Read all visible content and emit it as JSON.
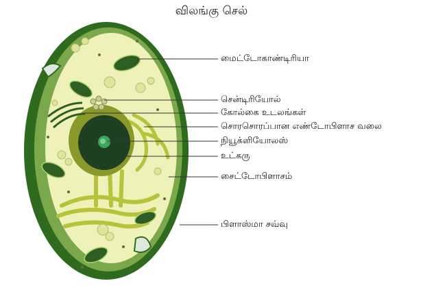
{
  "title": "விலங்கு செல்",
  "labels": [
    {
      "key": "mitochondria",
      "text": "மைட்டோகாண்டிரியா"
    },
    {
      "key": "centriole",
      "text": "சென்டிரியோல்"
    },
    {
      "key": "golgi",
      "text": "கோல்கை உடலங்கள்"
    },
    {
      "key": "rough_er",
      "text": "சொரசொரப்பான எண்டோபிளாச வலை"
    },
    {
      "key": "nucleolus",
      "text": "நியூக்ளியோலஸ்"
    },
    {
      "key": "nucleus",
      "text": "உட்கரு"
    },
    {
      "key": "cytoplasm",
      "text": "சைட்டோபிளாசம்"
    },
    {
      "key": "plasma_membrane",
      "text": "பிளாஸ்மா சவ்வு"
    }
  ],
  "colors": {
    "membrane_outer": "#2f6b1f",
    "membrane_inner": "#7aa84a",
    "cytoplasm": "#eef2b8",
    "nucleus_envelope": "#8a9a2a",
    "nucleus_dark": "#1f3f23",
    "nucleolus": "#3aa65a",
    "er": "#b8c23a",
    "mitochondria": "#2e5e24",
    "vesicle": "#dfe59a"
  }
}
